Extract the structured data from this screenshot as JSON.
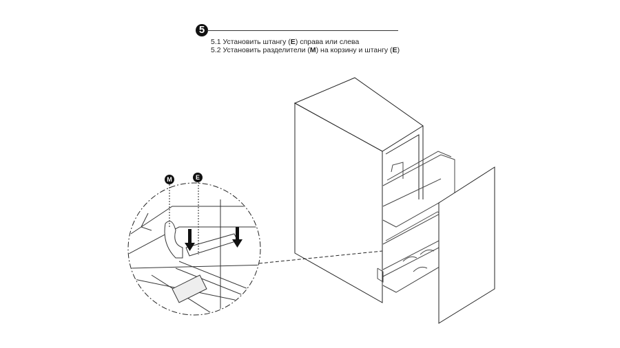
{
  "step": {
    "number": "5",
    "instructions": [
      {
        "prefix": "5.1 Установить штангу (",
        "bold": "E",
        "suffix": ") справа или слева"
      },
      {
        "prefix": "5.2 Установить разделители (",
        "bold": "M",
        "mid": ") на корзину и штангу (",
        "bold2": "E",
        "suffix": ")"
      }
    ]
  },
  "callouts": {
    "divider": "M",
    "rail": "E"
  }
}
